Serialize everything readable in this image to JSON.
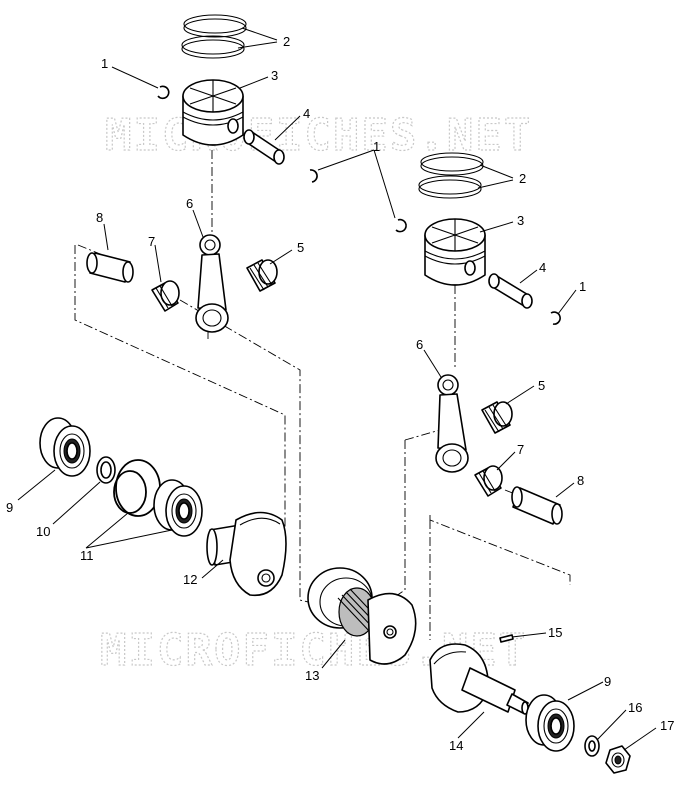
{
  "watermark": {
    "text": "MICROFICHES.NET"
  },
  "callouts": {
    "c1a": "1",
    "c1b": "1",
    "c1c": "1",
    "c2a": "2",
    "c2b": "2",
    "c3a": "3",
    "c3b": "3",
    "c4a": "4",
    "c4b": "4",
    "c5a": "5",
    "c5b": "5",
    "c6a": "6",
    "c6b": "6",
    "c7a": "7",
    "c7b": "7",
    "c8a": "8",
    "c8b": "8",
    "c9a": "9",
    "c9b": "9",
    "c10": "10",
    "c11": "11",
    "c12": "12",
    "c13": "13",
    "c14": "14",
    "c15": "15",
    "c16": "16",
    "c17": "17"
  }
}
